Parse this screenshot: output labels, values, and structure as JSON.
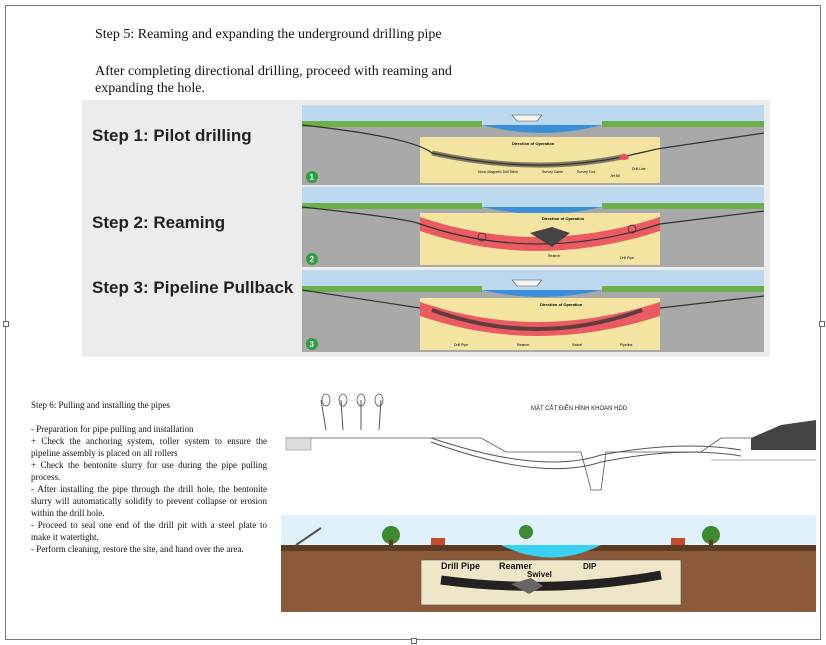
{
  "step5": {
    "heading": "Step 5: Reaming and expanding the underground drilling pipe",
    "intro": "After completing directional drilling, proceed with reaming and expanding the hole."
  },
  "figure_top": {
    "steps": [
      {
        "label": "Step 1: Pilot drilling",
        "number": "1",
        "direction": "Direction of Operation",
        "parts": [
          "Nono-Magnetic Drill Stem",
          "Survey Cable",
          "Survey Tool",
          "Jet Bit",
          "Drill Line"
        ]
      },
      {
        "label": "Step 2: Reaming",
        "number": "2",
        "direction": "Direction of Operation",
        "parts": [
          "Reamer",
          "Drill Pipe"
        ]
      },
      {
        "label": "Step 3: Pipeline Pullback",
        "number": "3",
        "direction": "Direction of Operation",
        "parts": [
          "Drill Pipe",
          "Reamer",
          "Swivel",
          "Pipeline"
        ]
      }
    ]
  },
  "step6": {
    "title": "Step 6: Pulling and installing the pipes",
    "lines": [
      "- Preparation for pipe pulling and installation",
      "+ Check the anchoring system, roller system to ensure the pipeline assembly is placed on all rollers",
      "+ Check the bentonite slurry for use during the pipe pulling process.",
      "- After installing the pipe through the drill hole, the bentonite slurry will automatically solidify to prevent collapse or erosion within the drill hole.",
      "- Proceed to seal one end of the drill pit with a steel plate to make it watertight.",
      "- Perform cleaning, restore the site, and hand over the area."
    ]
  },
  "figure_bottom": {
    "section_title": "MẶT CẮT ĐIỂN HÌNH KHOAN HDD",
    "labels": {
      "drill_pipe": "Drill Pipe",
      "reamer": "Reamer",
      "swivel": "Swivel",
      "dip": "DIP"
    }
  },
  "colors": {
    "sky": "#bcd8ee",
    "water": "#3a8fd6",
    "ground": "#a9a9a9",
    "clay": "#f3e4a2",
    "reamed_hole": "#e94c5b",
    "grass": "#6bb04a",
    "badge": "#2f9e43",
    "bottom_water": "#39d2f2",
    "soil": "#8a5a3a"
  }
}
